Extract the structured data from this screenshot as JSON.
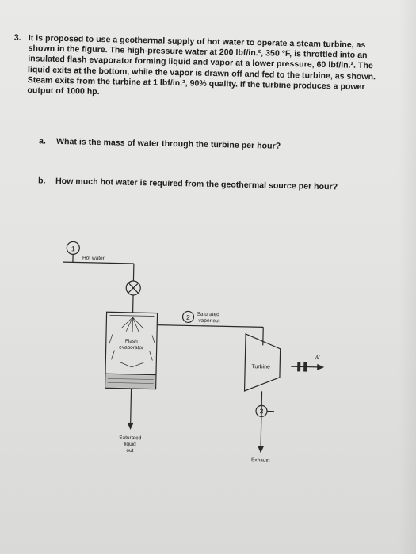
{
  "problem": {
    "number": "3.",
    "lines": [
      "It is proposed to use a geothermal supply of hot water to operate a steam turbine, as",
      "shown in the figure.  The high-pressure water at 200 lbf/in.², 350 °F, is throttled into an",
      "insulated flash evaporator forming liquid and vapor at a lower pressure, 60 lbf/in.².  The",
      "liquid exits at the bottom, while the vapor is drawn off and fed to the turbine, as shown.",
      "Steam exits from the turbine at 1 lbf/in.², 90% quality.  If the turbine produces a power",
      "output of 1000 hp."
    ]
  },
  "questions": [
    {
      "label": "a.",
      "text": "What is the mass of water through the turbine per hour?"
    },
    {
      "label": "b.",
      "text": "How much hot water is required from the geothermal source per hour?"
    }
  ],
  "diagram": {
    "state_1": "1",
    "state_2": "2",
    "state_3": "3",
    "hot_water": "Hot water",
    "saturated_vapor_1": "Saturated",
    "saturated_vapor_2": "vapor out",
    "flash_1": "Flash",
    "flash_2": "evaporator",
    "turbine": "Turbine",
    "work": "W",
    "liquid_1": "Saturated",
    "liquid_2": "liquid",
    "liquid_3": "out",
    "exhaust": "Exhaust"
  }
}
